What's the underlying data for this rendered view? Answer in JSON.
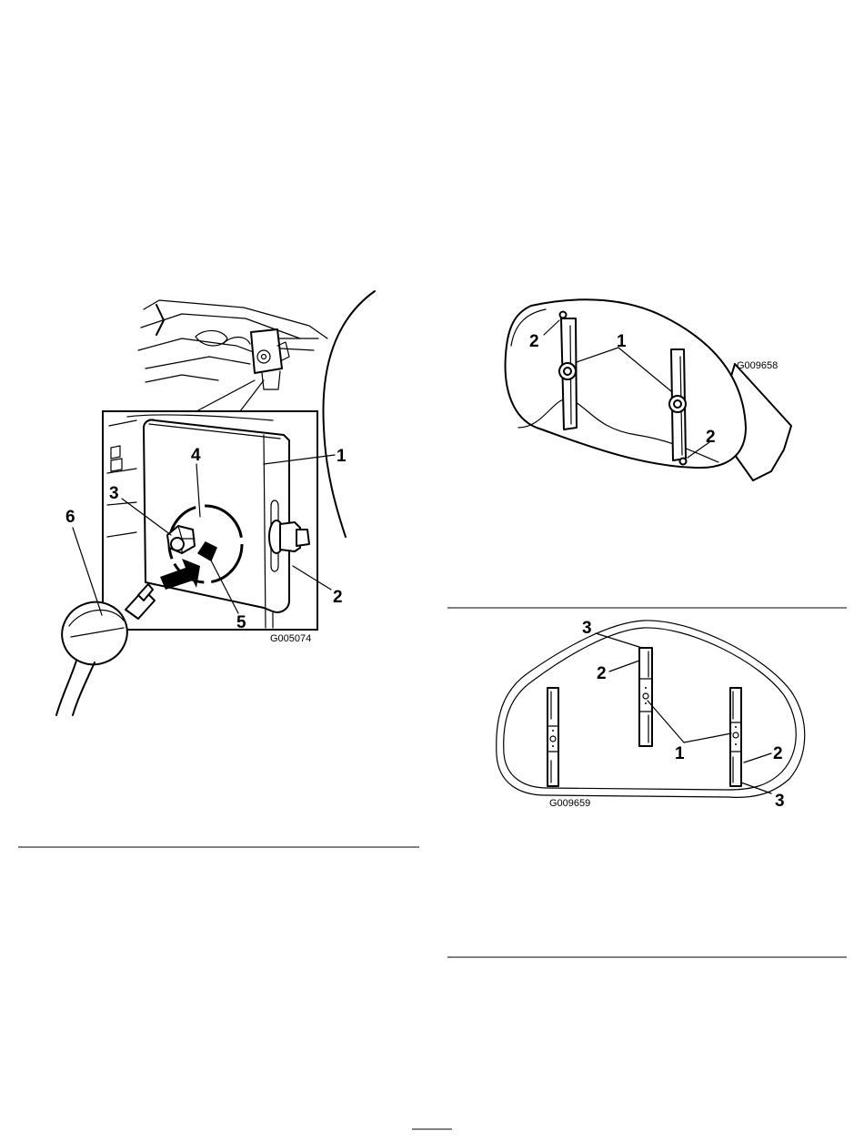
{
  "figures": {
    "spindle_figure": {
      "code": "G005074",
      "callouts": [
        "1",
        "2",
        "3",
        "4",
        "5",
        "6"
      ]
    },
    "blade_position_figure": {
      "code": "G009658",
      "callouts": [
        "1",
        "2",
        "2"
      ]
    },
    "three_blade_figure": {
      "code": "G009659",
      "callouts": [
        "1",
        "2",
        "2",
        "3",
        "3"
      ]
    }
  }
}
